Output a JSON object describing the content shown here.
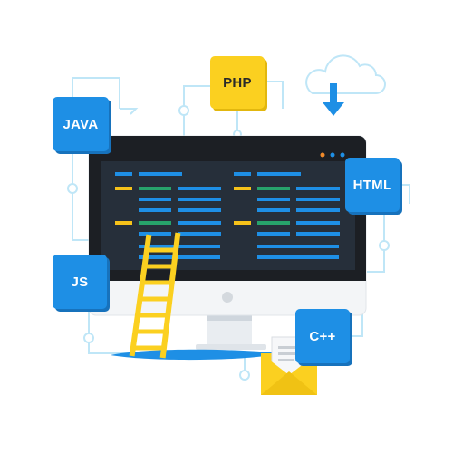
{
  "tiles": {
    "java": "JAVA",
    "php": "PHP",
    "html": "HTML",
    "js": "JS",
    "cpp": "C++"
  },
  "colors": {
    "tile_blue": "#1e8fe5",
    "tile_yellow": "#fbd020",
    "screen_dark": "#262f3a",
    "monitor_bezel": "#1c1f24",
    "code_blue": "#1e8fe5",
    "code_green": "#27a36b",
    "code_yellow": "#f6c21a",
    "ladder_yellow": "#fbd020",
    "connector_line": "#bfe6f7"
  },
  "icons": {
    "cloud_download": "cloud-download-icon",
    "envelope": "envelope-icon",
    "ladder": "ladder-icon",
    "monitor": "monitor-icon",
    "window_dots": "window-dots-icon"
  }
}
